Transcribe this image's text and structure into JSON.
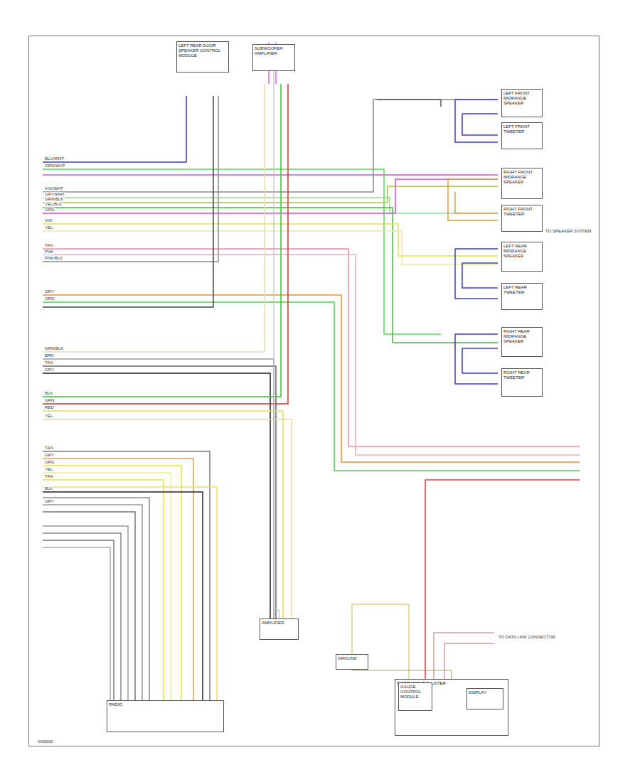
{
  "diagram": {
    "nodes": [
      {
        "text": [
          "LEFT REAR DOOR SPEAKER CONTROL MODULE"
        ]
      },
      {
        "text": [
          "SUBWOOFER AMPLIFIER"
        ]
      },
      {
        "text": [
          "LEFT FRONT MIDRANGE SPEAKER"
        ]
      },
      {
        "text": [
          "LEFT FRONT TWEETER"
        ]
      },
      {
        "text": [
          "RIGHT FRONT MIDRANGE SPEAKER"
        ]
      },
      {
        "text": [
          "RIGHT FRONT TWEETER"
        ]
      },
      {
        "text": [
          "LEFT REAR MIDRANGE SPEAKER"
        ]
      },
      {
        "text": [
          "LEFT REAR TWEETER"
        ]
      },
      {
        "text": [
          "RIGHT REAR MIDRANGE SPEAKER"
        ]
      },
      {
        "text": [
          "RIGHT REAR TWEETER"
        ]
      },
      {
        "text": [
          "RADIO"
        ]
      },
      {
        "text": [
          "AMPLIFIER"
        ]
      },
      {
        "text": [
          "INSTRUMENT CLUSTER"
        ]
      },
      {
        "text": [
          "GAUGE CONTROL MODULE"
        ],
        "in": 12
      },
      {
        "text": [
          "DISPLAY"
        ],
        "in": 12
      },
      {
        "text": [
          "GROUND"
        ]
      }
    ],
    "edges": [
      {
        "from": 1,
        "to": 11,
        "arrow": "none"
      },
      {
        "from": 15,
        "to": 12,
        "arrow": "none"
      }
    ],
    "labels": [
      "BLU/WHT",
      "GRN/WHT",
      "VIO/WHT",
      "GRY/WHT",
      "GRN/BLK",
      "YEL/BLK",
      "GRN",
      "VIO",
      "YEL",
      "TAN",
      "PNK",
      "PNK/BLK",
      "GRY",
      "ORG",
      "GRN/BLK",
      "BRN",
      "TAN",
      "GRY",
      "BLK",
      "GRN",
      "RED",
      "YEL",
      "TAN",
      "GRY",
      "ORG",
      "YEL",
      "TAN",
      "BLK",
      "GRY",
      "TO SPEAKER SYSTEM",
      "TO DATA LINK CONNECTOR",
      "G00000"
    ]
  }
}
